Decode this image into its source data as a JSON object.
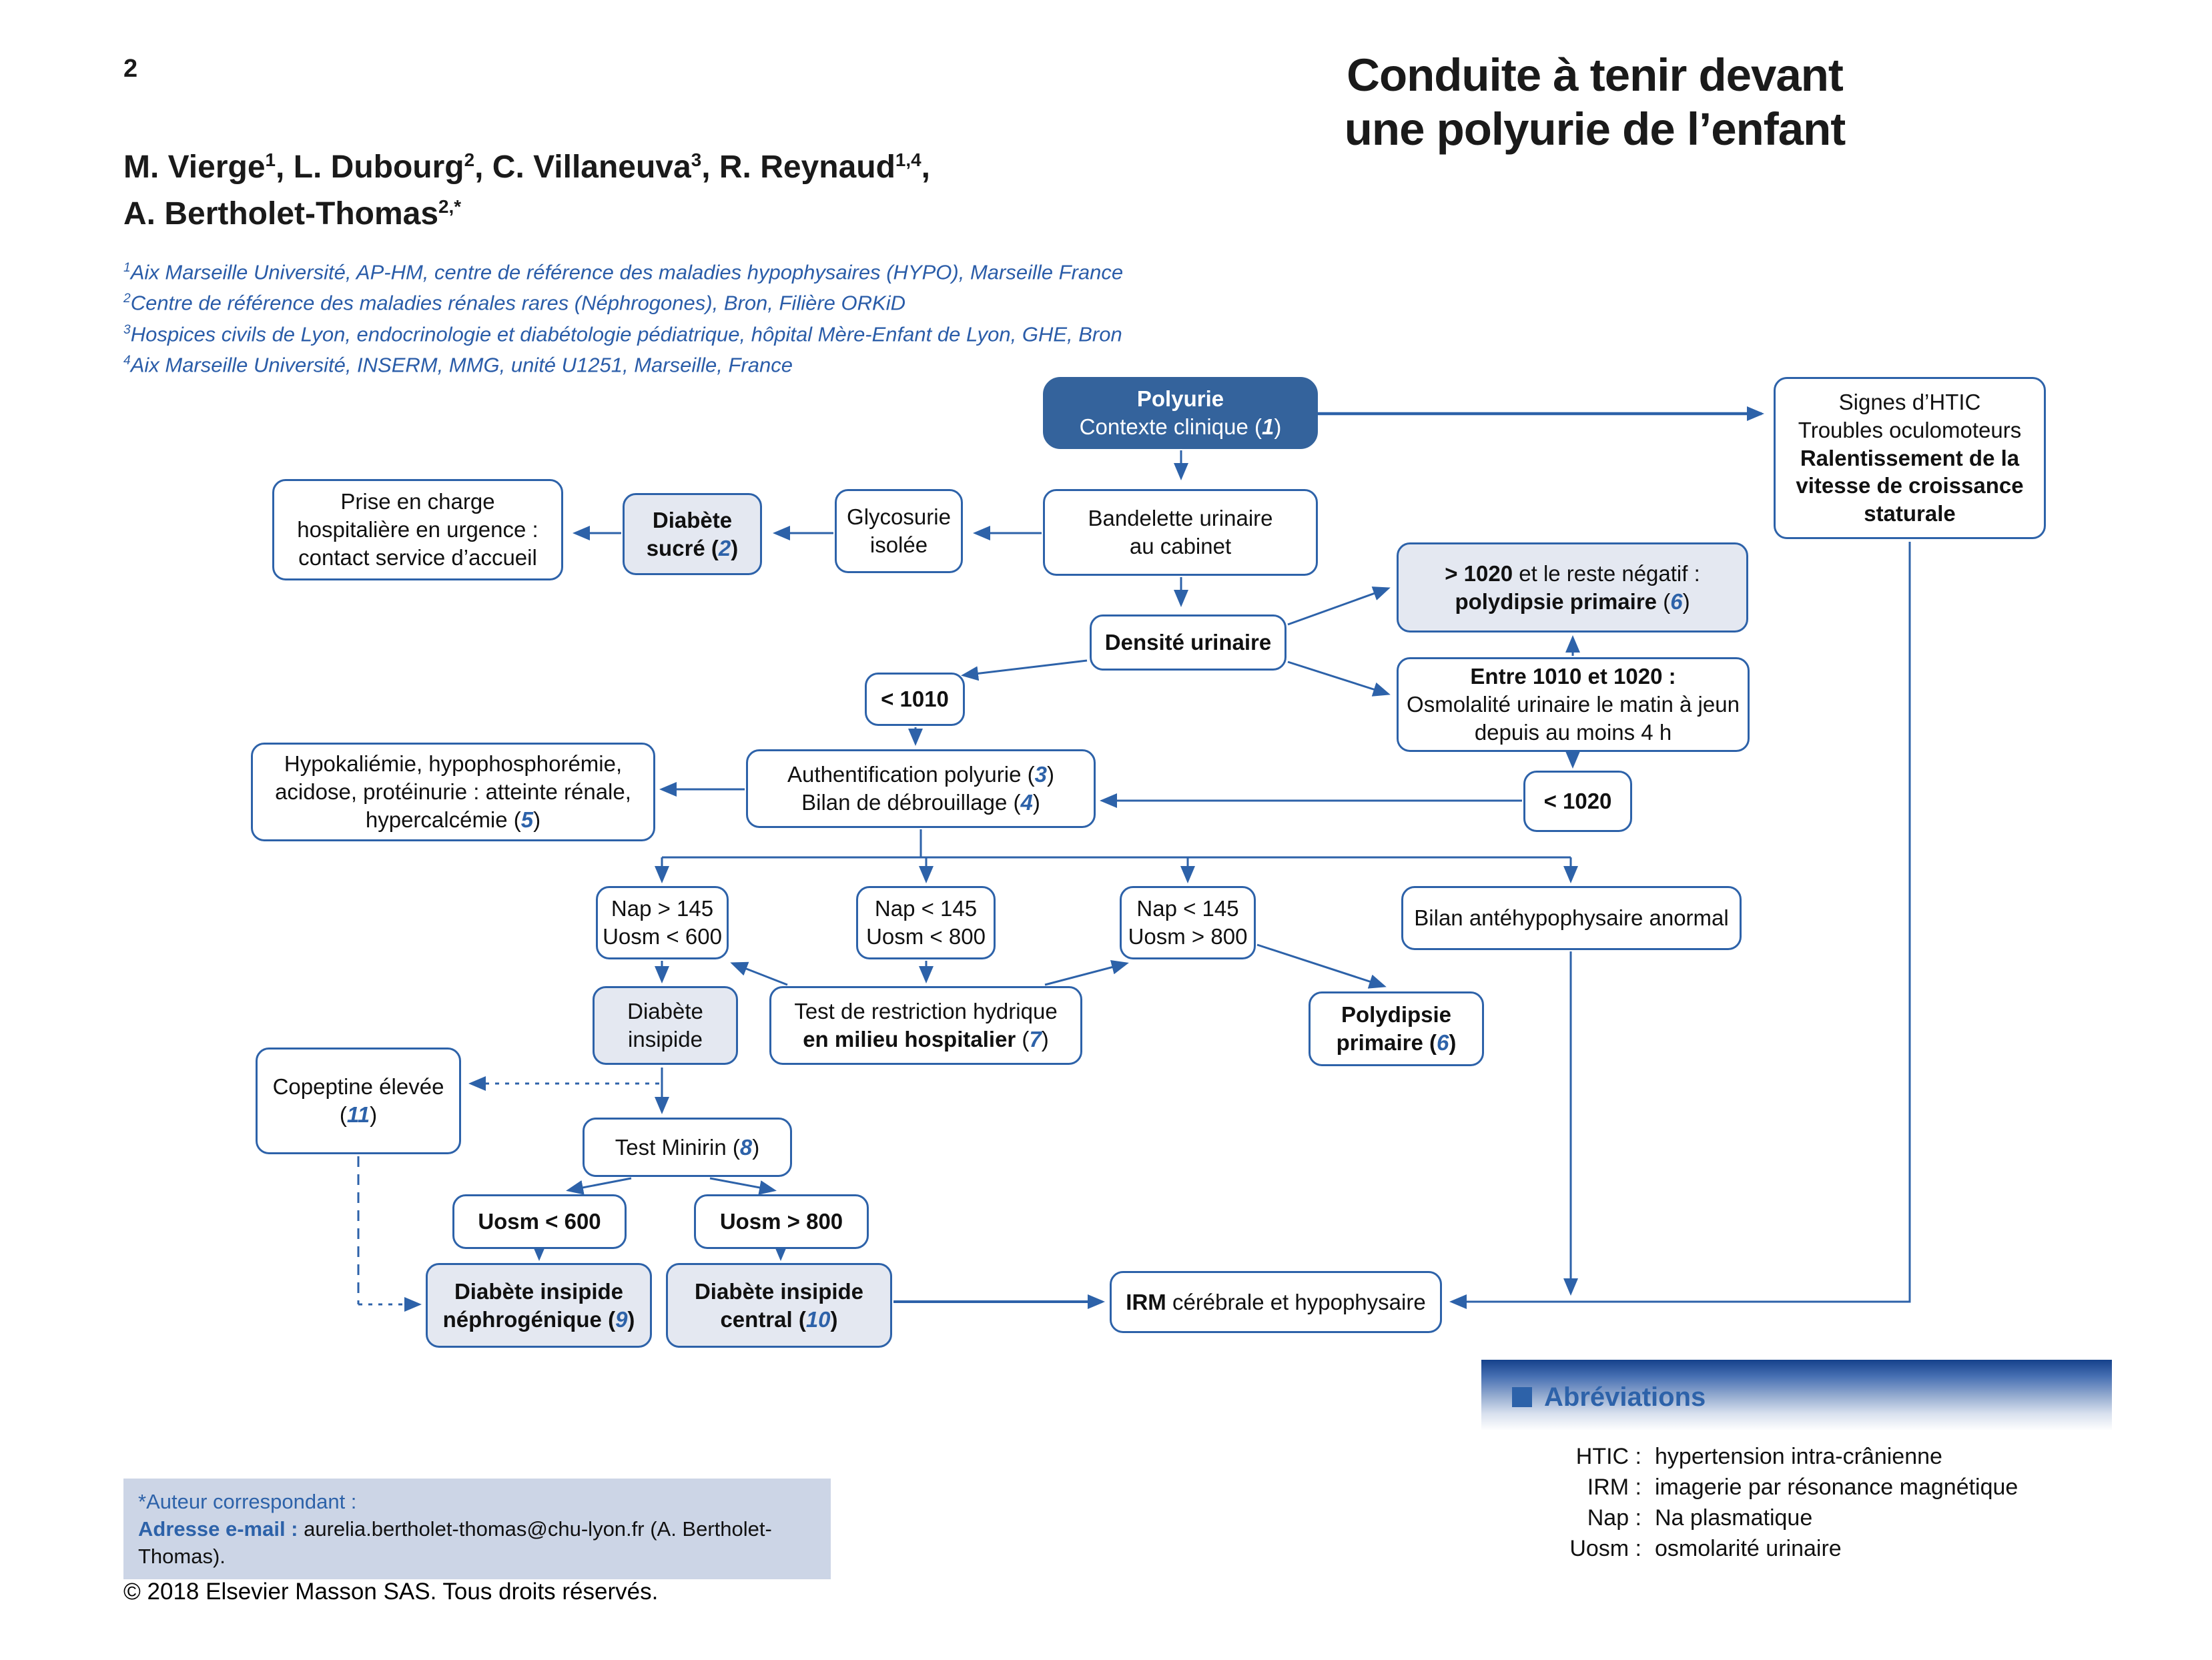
{
  "page": {
    "number": "2",
    "copyright": "© 2018 Elsevier Masson SAS. Tous droits réservés."
  },
  "title": {
    "line1": "Conduite à tenir devant",
    "line2": "une polyurie de l’enfant"
  },
  "authors": {
    "line1": [
      {
        "t": "M. Vierge"
      },
      {
        "t": "1",
        "s": "sup"
      },
      {
        "t": ", L. Dubourg"
      },
      {
        "t": "2",
        "s": "sup"
      },
      {
        "t": ", C. Villaneuva"
      },
      {
        "t": "3",
        "s": "sup"
      },
      {
        "t": ", R. Reynaud"
      },
      {
        "t": "1,4",
        "s": "sup"
      },
      {
        "t": ","
      }
    ],
    "line2": [
      {
        "t": "A. Bertholet-Thomas"
      },
      {
        "t": "2,*",
        "s": "sup"
      }
    ]
  },
  "affiliations": [
    [
      {
        "t": "1",
        "s": "sup"
      },
      {
        "t": "Aix Marseille Université, AP-HM, centre de référence des maladies hypophysaires (HYPO), Marseille France"
      }
    ],
    [
      {
        "t": "2",
        "s": "sup"
      },
      {
        "t": "Centre de référence des maladies rénales rares (Néphrogones), Bron, Filière ORKiD"
      }
    ],
    [
      {
        "t": "3",
        "s": "sup"
      },
      {
        "t": "Hospices civils de Lyon, endocrinologie et diabétologie pédiatrique, hôpital Mère-Enfant de Lyon, GHE, Bron"
      }
    ],
    [
      {
        "t": "4",
        "s": "sup"
      },
      {
        "t": "Aix Marseille Université, INSERM, MMG, unité U1251, Marseille, France"
      }
    ]
  ],
  "nodes": {
    "polyurie": {
      "lines": [
        [
          {
            "t": "Polyurie",
            "s": "b"
          }
        ],
        [
          {
            "t": "Contexte clinique ("
          },
          {
            "t": "1",
            "s": "n"
          },
          {
            "t": ")"
          }
        ]
      ]
    },
    "signes_htic": {
      "lines": [
        "Signes d’HTIC",
        "Troubles oculomoteurs",
        [
          {
            "t": "Ralentissement de la",
            "s": "b"
          }
        ],
        [
          {
            "t": "vitesse de croissance",
            "s": "b"
          }
        ],
        [
          {
            "t": "staturale",
            "s": "b"
          }
        ]
      ]
    },
    "prise_en_charge": {
      "lines": [
        "Prise en charge",
        "hospitalière en urgence :",
        "contact service d’accueil"
      ]
    },
    "diabete_sucre": {
      "lines": [
        [
          {
            "t": "Diabète",
            "s": "b"
          }
        ],
        [
          {
            "t": "sucré (",
            "s": "b"
          },
          {
            "t": "2",
            "s": "n"
          },
          {
            "t": ")",
            "s": "b"
          }
        ]
      ]
    },
    "glycosurie": {
      "lines": [
        "Glycosurie",
        "isolée"
      ]
    },
    "bandelette": {
      "lines": [
        "Bandelette urinaire",
        "au cabinet"
      ]
    },
    "sup_1020": {
      "lines": [
        [
          {
            "t": "> 1020",
            "s": "b"
          },
          {
            "t": " et le reste négatif :"
          }
        ],
        [
          {
            "t": "polydipsie primaire",
            "s": "b"
          },
          {
            "t": " ("
          },
          {
            "t": "6",
            "s": "n"
          },
          {
            "t": ")"
          }
        ]
      ]
    },
    "densite_urinaire": {
      "lines": [
        [
          {
            "t": "Densité urinaire",
            "s": "b"
          }
        ]
      ]
    },
    "entre_1010_1020": {
      "lines": [
        [
          {
            "t": "Entre 1010 et 1020 :",
            "s": "b"
          }
        ],
        "Osmolalité urinaire le matin à jeun",
        "depuis au moins 4 h"
      ]
    },
    "inf_1010": {
      "lines": [
        [
          {
            "t": "< 1010",
            "s": "b"
          }
        ]
      ]
    },
    "hypokaliemie": {
      "lines": [
        "Hypokaliémie, hypophosphorémie,",
        "acidose, protéinurie : atteinte rénale,",
        [
          {
            "t": "hypercalcémie ("
          },
          {
            "t": "5",
            "s": "n"
          },
          {
            "t": ")"
          }
        ]
      ]
    },
    "authentification": {
      "lines": [
        [
          {
            "t": "Authentification polyurie ("
          },
          {
            "t": "3",
            "s": "n"
          },
          {
            "t": ")"
          }
        ],
        [
          {
            "t": "Bilan de débrouillage ("
          },
          {
            "t": "4",
            "s": "n"
          },
          {
            "t": ")"
          }
        ]
      ]
    },
    "inf_1020": {
      "lines": [
        [
          {
            "t": "< 1020",
            "s": "b"
          }
        ]
      ]
    },
    "nap_sup145": {
      "lines": [
        "Nap > 145",
        "Uosm < 600"
      ]
    },
    "nap_inf145_uosm_inf800": {
      "lines": [
        "Nap < 145",
        "Uosm < 800"
      ]
    },
    "nap_inf145_uosm_sup800": {
      "lines": [
        "Nap < 145",
        "Uosm > 800"
      ]
    },
    "bilan_ante": {
      "lines": [
        "Bilan antéhypophysaire anormal"
      ]
    },
    "diabete_insipide": {
      "lines": [
        "Diabète",
        "insipide"
      ]
    },
    "test_restriction": {
      "lines": [
        "Test de restriction hydrique",
        [
          {
            "t": "en milieu hospitalier",
            "s": "b"
          },
          {
            "t": " ("
          },
          {
            "t": "7",
            "s": "n"
          },
          {
            "t": ")"
          }
        ]
      ]
    },
    "polydipsie_primaire": {
      "lines": [
        [
          {
            "t": "Polydipsie",
            "s": "b"
          }
        ],
        [
          {
            "t": "primaire (",
            "s": "b"
          },
          {
            "t": "6",
            "s": "n"
          },
          {
            "t": ")",
            "s": "b"
          }
        ]
      ]
    },
    "copeptine": {
      "lines": [
        "Copeptine élevée",
        [
          {
            "t": "("
          },
          {
            "t": "11",
            "s": "n"
          },
          {
            "t": ")"
          }
        ]
      ]
    },
    "test_minirin": {
      "lines": [
        [
          {
            "t": "Test Minirin ("
          },
          {
            "t": "8",
            "s": "n"
          },
          {
            "t": ")"
          }
        ]
      ]
    },
    "uosm_inf600": {
      "lines": [
        [
          {
            "t": "Uosm < 600",
            "s": "b"
          }
        ]
      ]
    },
    "uosm_sup800": {
      "lines": [
        [
          {
            "t": "Uosm > 800",
            "s": "b"
          }
        ]
      ]
    },
    "di_nephrogenique": {
      "lines": [
        [
          {
            "t": "Diabète insipide",
            "s": "b"
          }
        ],
        [
          {
            "t": "néphrogénique (",
            "s": "b"
          },
          {
            "t": "9",
            "s": "n"
          },
          {
            "t": ")",
            "s": "b"
          }
        ]
      ]
    },
    "di_central": {
      "lines": [
        [
          {
            "t": "Diabète insipide",
            "s": "b"
          }
        ],
        [
          {
            "t": "central (",
            "s": "b"
          },
          {
            "t": "10",
            "s": "n"
          },
          {
            "t": ")",
            "s": "b"
          }
        ]
      ]
    },
    "irm": {
      "lines": [
        [
          {
            "t": "IRM",
            "s": "b"
          },
          {
            "t": " cérébrale et hypophysaire"
          }
        ]
      ]
    }
  },
  "abbreviations": {
    "title": "Abréviations",
    "items": [
      {
        "term": "HTIC :",
        "def": "hypertension intra-crânienne"
      },
      {
        "term": "IRM :",
        "def": "imagerie par résonance magnétique"
      },
      {
        "term": "Nap :",
        "def": "Na plasmatique"
      },
      {
        "term": "Uosm :",
        "def": "osmolarité urinaire"
      }
    ]
  },
  "correspondence": {
    "line1": "*Auteur correspondant :",
    "email_label": "Adresse e-mail :",
    "email_value": " aurelia.bertholet-thomas@chu-lyon.fr (A. Bertholet-Thomas)."
  },
  "colors": {
    "accent_blue": "#2d62a9",
    "node_dark_fill": "#34639c",
    "node_gray_fill": "#e4e8f1",
    "correspondence_bg": "#ccd5e6",
    "affiliation_blue": "#2a5ca8"
  }
}
